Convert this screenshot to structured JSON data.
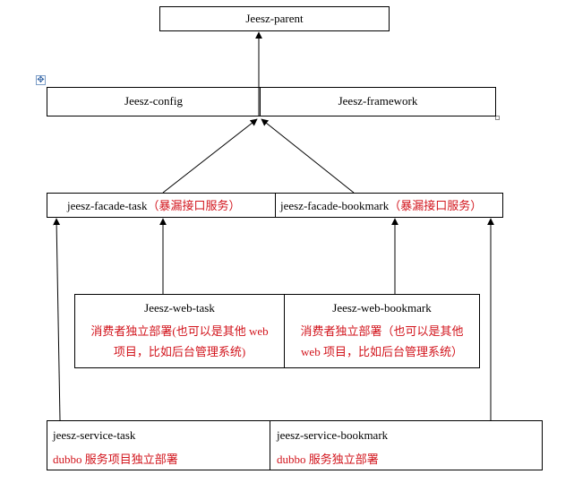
{
  "parent": {
    "label": "Jeesz-parent"
  },
  "config_row": {
    "left": "Jeesz-config",
    "right": "Jeesz-framework"
  },
  "facade_row": {
    "task_name": "jeesz-facade-task",
    "task_note": "（暴漏接口服务）",
    "bookmark_name": "jeesz-facade-bookmark",
    "bookmark_note": "（暴漏接口服务）"
  },
  "web_row": {
    "task_title": "Jeesz-web-task",
    "task_line1": "消费者独立部署(也可以是其他 web",
    "task_line2": "项目，比如后台管理系统)",
    "bookmark_title": "Jeesz-web-bookmark",
    "bookmark_line1": "消费者独立部署（也可以是其他",
    "bookmark_line2": "web 项目，比如后台管理系统）"
  },
  "service_row": {
    "task_name": "jeesz-service-task",
    "task_note": "dubbo 服务项目独立部署",
    "bookmark_name": "jeesz-service-bookmark",
    "bookmark_note": "dubbo 服务独立部署"
  },
  "icons": {
    "table_move": "move-cross-icon",
    "table_resize": "resize-square-icon"
  },
  "colors": {
    "note_red": "#d2141c",
    "line": "#000000"
  }
}
